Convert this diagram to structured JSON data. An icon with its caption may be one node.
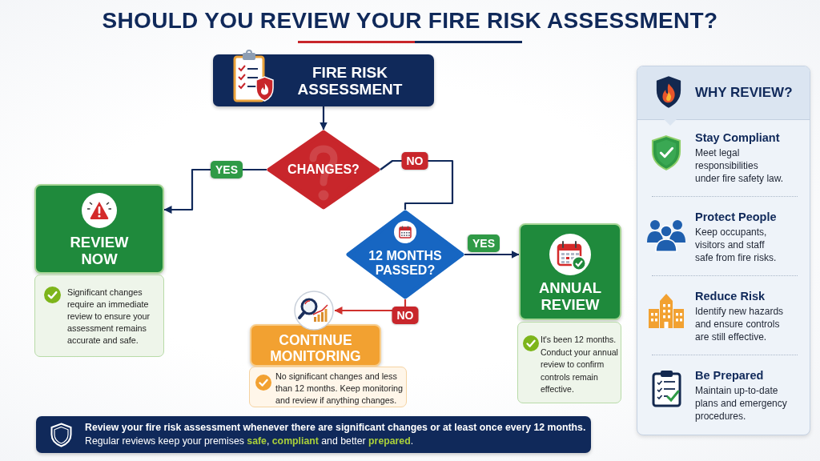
{
  "diagram": {
    "title": "SHOULD YOU REVIEW YOUR FIRE RISK ASSESSMENT?",
    "nodes": [
      {
        "text": [
          "FIRE RISK ASSESSMENT"
        ]
      },
      {
        "text": [
          "CHANGES?"
        ]
      },
      {
        "text": [
          "REVIEW NOW"
        ]
      },
      {
        "text": [
          "Significant changes require an immediate review to ensure your assessment remains accurate and safe."
        ]
      },
      {
        "text": [
          "12 MONTHS PASSED?"
        ]
      },
      {
        "text": [
          "ANNUAL REVIEW"
        ]
      },
      {
        "text": [
          "CONTINUE MONITORING"
        ]
      },
      {
        "text": [
          "No significant changes and less than 12 months. Keep monitoring and review if anything changes."
        ]
      },
      {
        "text": [
          "It's been 12 months. Conduct your annual review to confirm controls remain effective."
        ]
      },
      {
        "text": [
          "WHY REVIEW?",
          "Stay Compliant",
          "Meet legal responsibilities under fire safety law.",
          "Protect People",
          "Keep occupants, visitors and staff safe from fire risks.",
          "Reduce Risk",
          "Identify new hazards and ensure controls are still effective.",
          "Be Prepared",
          "Maintain up-to-date plans and emergency procedures."
        ]
      },
      {
        "text": [
          "Review your fire risk assessment whenever there are significant changes or at least once every 12 months.",
          "Regular reviews keep your premises **safe**, **compliant** and better **prepared**."
        ]
      }
    ],
    "edges": [
      {
        "from": 0,
        "to": 1,
        "arrow": "to"
      },
      {
        "from": 1,
        "to": 2,
        "arrow": "to",
        "label": "YES"
      },
      {
        "from": 1,
        "to": 4,
        "arrow": "none",
        "label": "NO"
      },
      {
        "from": 4,
        "to": 5,
        "arrow": "to",
        "label": "YES"
      },
      {
        "from": 4,
        "to": 6,
        "arrow": "to",
        "label": "NO",
        "color": "#d0312d"
      }
    ]
  }
}
